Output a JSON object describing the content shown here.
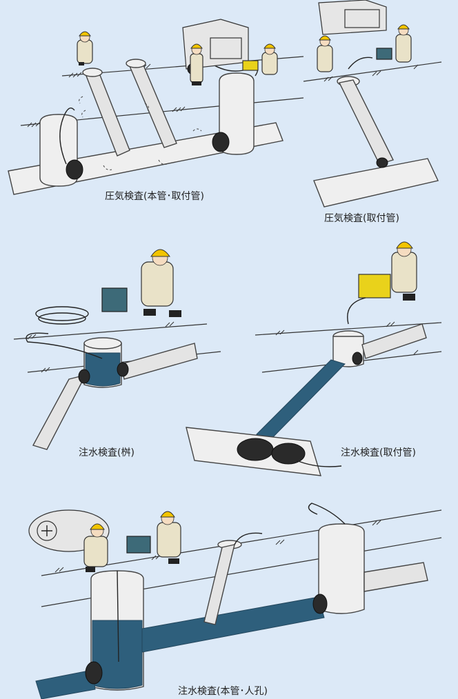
{
  "colors": {
    "background": "#dce9f7",
    "helmet": "#f2c400",
    "water": "#2e5f7c",
    "plug": "#2a2a2a",
    "inspection_box_yellow": "#e9d21b",
    "inspection_box_teal": "#3d6a78"
  },
  "panels": [
    {
      "id": "air-main",
      "caption": "圧気検査(本管･取付管)"
    },
    {
      "id": "air-lateral",
      "caption": "圧気検査(取付管)"
    },
    {
      "id": "water-inlet",
      "caption": "注水検査(桝)"
    },
    {
      "id": "water-lateral",
      "caption": "注水検査(取付管)"
    },
    {
      "id": "water-main",
      "caption": "注水検査(本管･人孔)"
    }
  ]
}
